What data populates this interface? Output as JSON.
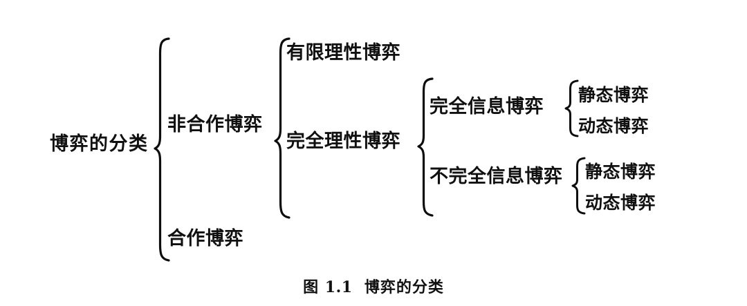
{
  "figure": {
    "caption_prefix": "图",
    "caption_number": "1.1",
    "caption_title": "博弈的分类",
    "caption_full": "图 1.1  博弈的分类",
    "ink_color": "#0d0d0d",
    "background_color": "#ffffff"
  },
  "tree": {
    "root": {
      "label": "博弈的分类"
    },
    "level1": [
      {
        "label": "非合作博弈"
      },
      {
        "label": "合作博弈"
      }
    ],
    "level2": [
      {
        "label": "有限理性博弈"
      },
      {
        "label": "完全理性博弈"
      }
    ],
    "level3": [
      {
        "label": "完全信息博弈"
      },
      {
        "label": "不完全信息博弈"
      }
    ],
    "level4_complete_info": [
      {
        "label": "静态博弈"
      },
      {
        "label": "动态博弈"
      }
    ],
    "level4_incomplete_info": [
      {
        "label": "静态博弈"
      },
      {
        "label": "动态博弈"
      }
    ]
  },
  "braces": {
    "root_brace": "curly-brace-icon",
    "noncooperative_brace": "curly-brace-icon",
    "full_rationality_brace": "curly-brace-icon",
    "complete_info_brace": "curly-brace-icon",
    "incomplete_info_brace": "curly-brace-icon"
  }
}
